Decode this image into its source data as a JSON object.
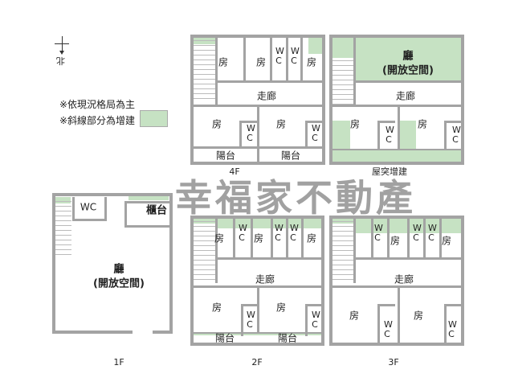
{
  "legend": {
    "north": "北",
    "note1": "※依現況格局為主",
    "note2": "※斜線部分為增建",
    "addition_color": "#c6e2c3"
  },
  "watermark": "幸福家不動產",
  "floors": [
    {
      "id": "4f",
      "label": "4F",
      "rooms": [
        "房",
        "房",
        "WC",
        "WC",
        "房",
        "走廊",
        "房",
        "WC",
        "房",
        "WC",
        "陽台",
        "陽台"
      ]
    },
    {
      "id": "roof",
      "label": "屋突增建",
      "rooms": [
        "廳",
        "(開放空間)",
        "走廊",
        "房",
        "WC",
        "房",
        "WC"
      ]
    },
    {
      "id": "1f",
      "label": "1F",
      "rooms": [
        "WC",
        "櫃台",
        "廳",
        "(開放空間)"
      ]
    },
    {
      "id": "2f",
      "label": "2F",
      "rooms": [
        "房",
        "WC",
        "房",
        "WC",
        "WC",
        "房",
        "走廊",
        "房",
        "WC",
        "房",
        "WC",
        "陽台",
        "陽台"
      ]
    },
    {
      "id": "3f",
      "label": "3F",
      "rooms": [
        "WC",
        "房",
        "WC",
        "WC",
        "房",
        "走廊",
        "房",
        "WC",
        "房",
        "WC"
      ]
    }
  ]
}
